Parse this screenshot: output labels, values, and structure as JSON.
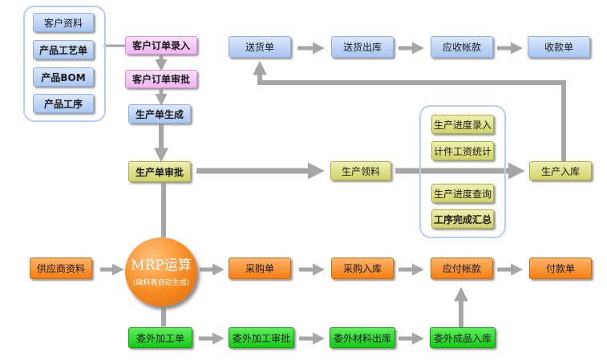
{
  "nodes": {
    "customer_data": "客户资料",
    "product_process_sheet": "产品工艺单",
    "product_bom": "产品BOM",
    "product_process": "产品工序",
    "customer_order_entry": "客户订单录入",
    "customer_order_review": "客户订单审批",
    "production_order_generate": "生产单生成",
    "production_order_review": "生产单审批",
    "delivery_note": "送货单",
    "delivery_outbound": "送货出库",
    "accounts_receivable": "应收帐款",
    "receipt_note": "收款单",
    "production_material_pick": "生产领料",
    "progress_entry": "生产进度录入",
    "piece_wage_stats": "计件工资统计",
    "progress_query": "生产进度查询",
    "process_completion_summary": "工序完成汇总",
    "production_inbound": "生产入库",
    "supplier_data": "供应商资料",
    "mrp_title": "MRP运算",
    "mrp_subtitle": "(缺料表自动生成)",
    "purchase_order": "采购单",
    "purchase_inbound": "采购入库",
    "accounts_payable": "应付帐款",
    "payment_note": "付款单",
    "outsource_order": "委外加工单",
    "outsource_review": "委外加工审批",
    "outsource_material_out": "委外材料出库",
    "outsource_finished_inbound": "委外成品入库"
  },
  "colors": {
    "connector": "#a6a6a6",
    "group_border": "#b7cdf3",
    "blue_node": "#a9c5f0",
    "pink_node": "#f2b5f2",
    "olive_node": "#cfd36a",
    "orange_node": "#f27d12",
    "green_node": "#16c916"
  }
}
